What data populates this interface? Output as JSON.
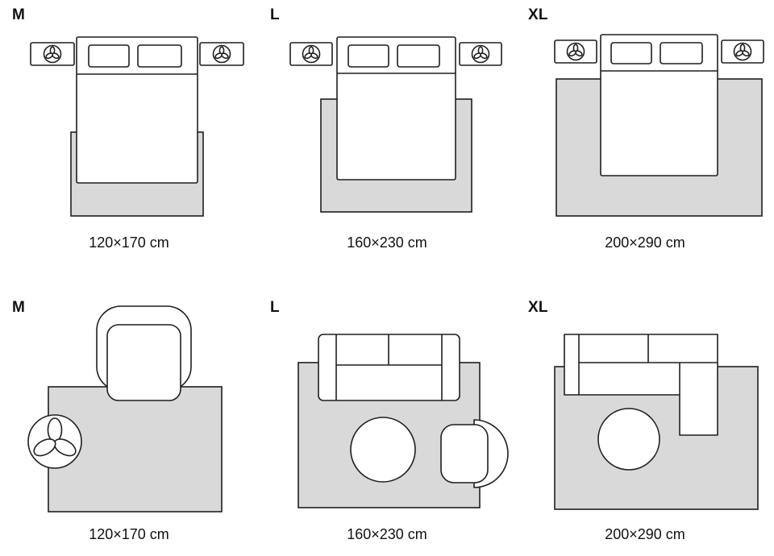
{
  "page": {
    "background": "#ffffff"
  },
  "colors": {
    "rug_fill": "#d9d9d9",
    "outline": "#1f1f1f",
    "text": "#111111"
  },
  "icons": {
    "plant": "trefoil-plant-top-view"
  },
  "panels": [
    {
      "id": "bedroom-m",
      "scene": "bedroom",
      "label": "M",
      "caption": "120×170 cm"
    },
    {
      "id": "bedroom-l",
      "scene": "bedroom",
      "label": "L",
      "caption": "160×230 cm"
    },
    {
      "id": "bedroom-xl",
      "scene": "bedroom",
      "label": "XL",
      "caption": "200×290 cm"
    },
    {
      "id": "living-m",
      "scene": "living-room",
      "label": "M",
      "caption": "120×170 cm"
    },
    {
      "id": "living-l",
      "scene": "living-room",
      "label": "L",
      "caption": "160×230 cm"
    },
    {
      "id": "living-xl",
      "scene": "living-room",
      "label": "XL",
      "caption": "200×290 cm"
    }
  ]
}
